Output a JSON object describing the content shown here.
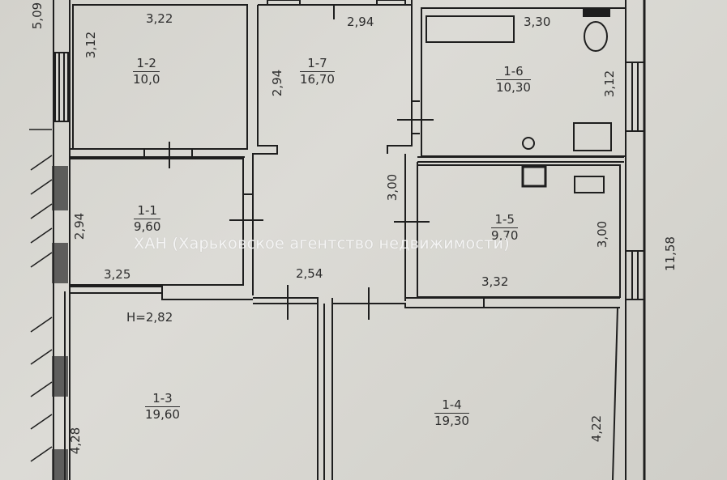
{
  "plan": {
    "ceiling_height": "H=2,82",
    "overall_dims": {
      "left_top": "5,09",
      "right_total": "11,58"
    },
    "watermark": "ХАН (Харьковское агентство недвижимости)",
    "rooms": [
      {
        "id": "1-2",
        "area": "10,0",
        "dims": [
          "3,22",
          "3,12"
        ]
      },
      {
        "id": "1-7",
        "area": "16,70",
        "dims": [
          "2,94",
          "2,94"
        ]
      },
      {
        "id": "1-6",
        "area": "10,30",
        "dims": [
          "3,30",
          "3,12"
        ]
      },
      {
        "id": "1-1",
        "area": "9,60",
        "dims": [
          "2,94",
          "3,25"
        ]
      },
      {
        "id": "1-5",
        "area": "9,70",
        "dims": [
          "3,00",
          "3,32"
        ]
      },
      {
        "id": "1-3",
        "area": "19,60",
        "dims": [
          "4,28"
        ]
      },
      {
        "id": "1-4",
        "area": "19,30",
        "dims": [
          "4,22"
        ]
      }
    ],
    "corridor_dims": {
      "width": "2,54",
      "height": "3,00"
    },
    "colors": {
      "paper": "#d9d8d3",
      "lines": "#1e1e1e",
      "text": "#2d2d2d"
    }
  }
}
